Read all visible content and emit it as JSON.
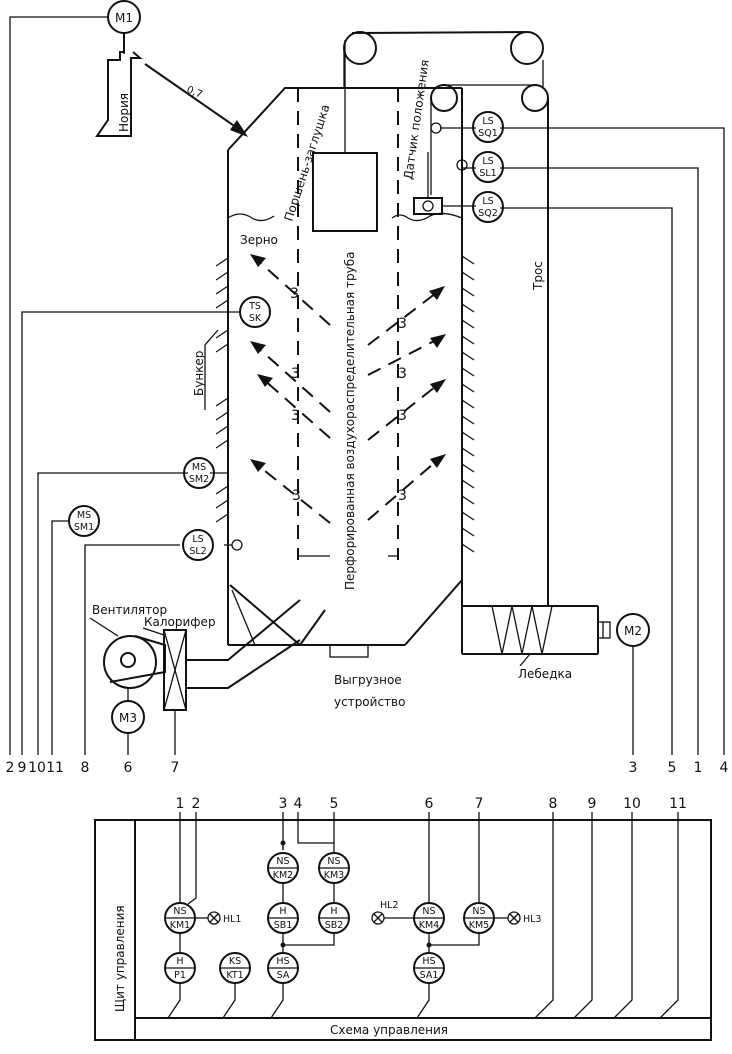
{
  "labels": {
    "noria": "Нория",
    "piston": "Поршень-заглушка",
    "position_sensor": "Датчик положения",
    "grain": "Зерно",
    "tube": "Перфорированная воздухораспределительная труба",
    "bunker": "Бункер",
    "rope": "Трос",
    "fan": "Вентилятор",
    "heater": "Калорифер",
    "unloader_line1": "Выгрузное",
    "unloader_line2": "устройство",
    "winch": "Лебедка",
    "panel": "Щит управления",
    "scheme": "Схема управления",
    "ratio": "0,7"
  },
  "motors": {
    "m1": "M1",
    "m2": "M2",
    "m3": "M3"
  },
  "sensors": {
    "lsq1": [
      "LS",
      "SQ1"
    ],
    "lsl1": [
      "LS",
      "SL1"
    ],
    "lsq2": [
      "LS",
      "SQ2"
    ],
    "tssk": [
      "TS",
      "SK"
    ],
    "mssm2": [
      "MS",
      "SM2"
    ],
    "mssm1": [
      "MS",
      "SM1"
    ],
    "lsl2": [
      "LS",
      "SL2"
    ]
  },
  "panel_devices": {
    "nskm1": [
      "NS",
      "KM1"
    ],
    "hp1": [
      "H",
      "P1"
    ],
    "kskt1": [
      "KS",
      "KT1"
    ],
    "nskm2": [
      "NS",
      "KM2"
    ],
    "nskm3": [
      "NS",
      "KM3"
    ],
    "hsb1": [
      "H",
      "SB1"
    ],
    "hsb2": [
      "H",
      "SB2"
    ],
    "hssa": [
      "HS",
      "SA"
    ],
    "nskm4": [
      "NS",
      "KM4"
    ],
    "nskm5": [
      "NS",
      "KM5"
    ],
    "hssa1": [
      "HS",
      "SA1"
    ]
  },
  "lamps": {
    "hl1": "HL1",
    "hl2": "HL2",
    "hl3": "HL3"
  },
  "flow_mark": "3",
  "bottom_numbers": [
    "2",
    "9",
    "10",
    "11",
    "8",
    "6",
    "7",
    "3",
    "5",
    "1",
    "4"
  ],
  "panel_numbers": [
    "1",
    "2",
    "3",
    "4",
    "5",
    "6",
    "7",
    "8",
    "9",
    "10",
    "11"
  ]
}
